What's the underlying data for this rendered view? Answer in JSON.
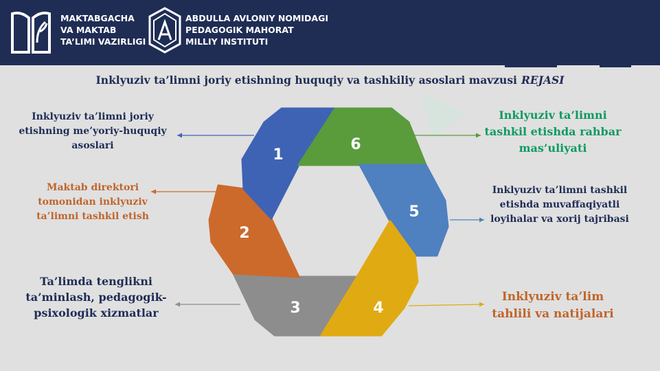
{
  "header": {
    "ministry_lines": [
      "MAKTABGACHA",
      "VA MAKTAB",
      "TA’LIMI VAZIRLIGI"
    ],
    "institute_lines": [
      "ABDULLA AVLONIY NOMIDAGI",
      "PEDAGOGIK MAHORAT",
      "MILLIY INSTITUTI"
    ]
  },
  "title": {
    "text": "Inklyuziv ta’limni joriy etishning huquqiy va tashkiliy asoslari mavzusi",
    "emphasis": "REJASI"
  },
  "segments": [
    {
      "number": "1",
      "color": "#3f63b4",
      "label_lines": [
        "Inklyuziv ta’limni joriy",
        "etishning me’yoriy-huquqiy",
        "asoslari"
      ],
      "label_color": "#1f2d55"
    },
    {
      "number": "2",
      "color": "#cc6a2c",
      "label_lines": [
        "Maktab direktori",
        "tomonidan inklyuziv",
        "ta’limni tashkil etish"
      ],
      "label_color": "#c0652a"
    },
    {
      "number": "3",
      "color": "#8d8d8d",
      "label_lines": [
        "Ta’limda tenglikni",
        "ta’minlash, pedagogik-",
        "psixologik xizmatlar"
      ],
      "label_color": "#1f2d55"
    },
    {
      "number": "4",
      "color": "#e0aa12",
      "label_lines": [
        "Inklyuziv ta’lim",
        "tahlili va natijalari"
      ],
      "label_color": "#c0652a"
    },
    {
      "number": "5",
      "color": "#4f80bf",
      "label_lines": [
        "Inklyuziv ta’limni tashkil",
        "etishda muvaffaqiyatli",
        "loyihalar va xorij tajribasi"
      ],
      "label_color": "#1f2d55"
    },
    {
      "number": "6",
      "color": "#5a9b3c",
      "label_lines": [
        "Inklyuziv ta’limni",
        "tashkil etishda rahbar",
        "mas’uliyati"
      ],
      "label_color": "#0f9a63"
    }
  ]
}
